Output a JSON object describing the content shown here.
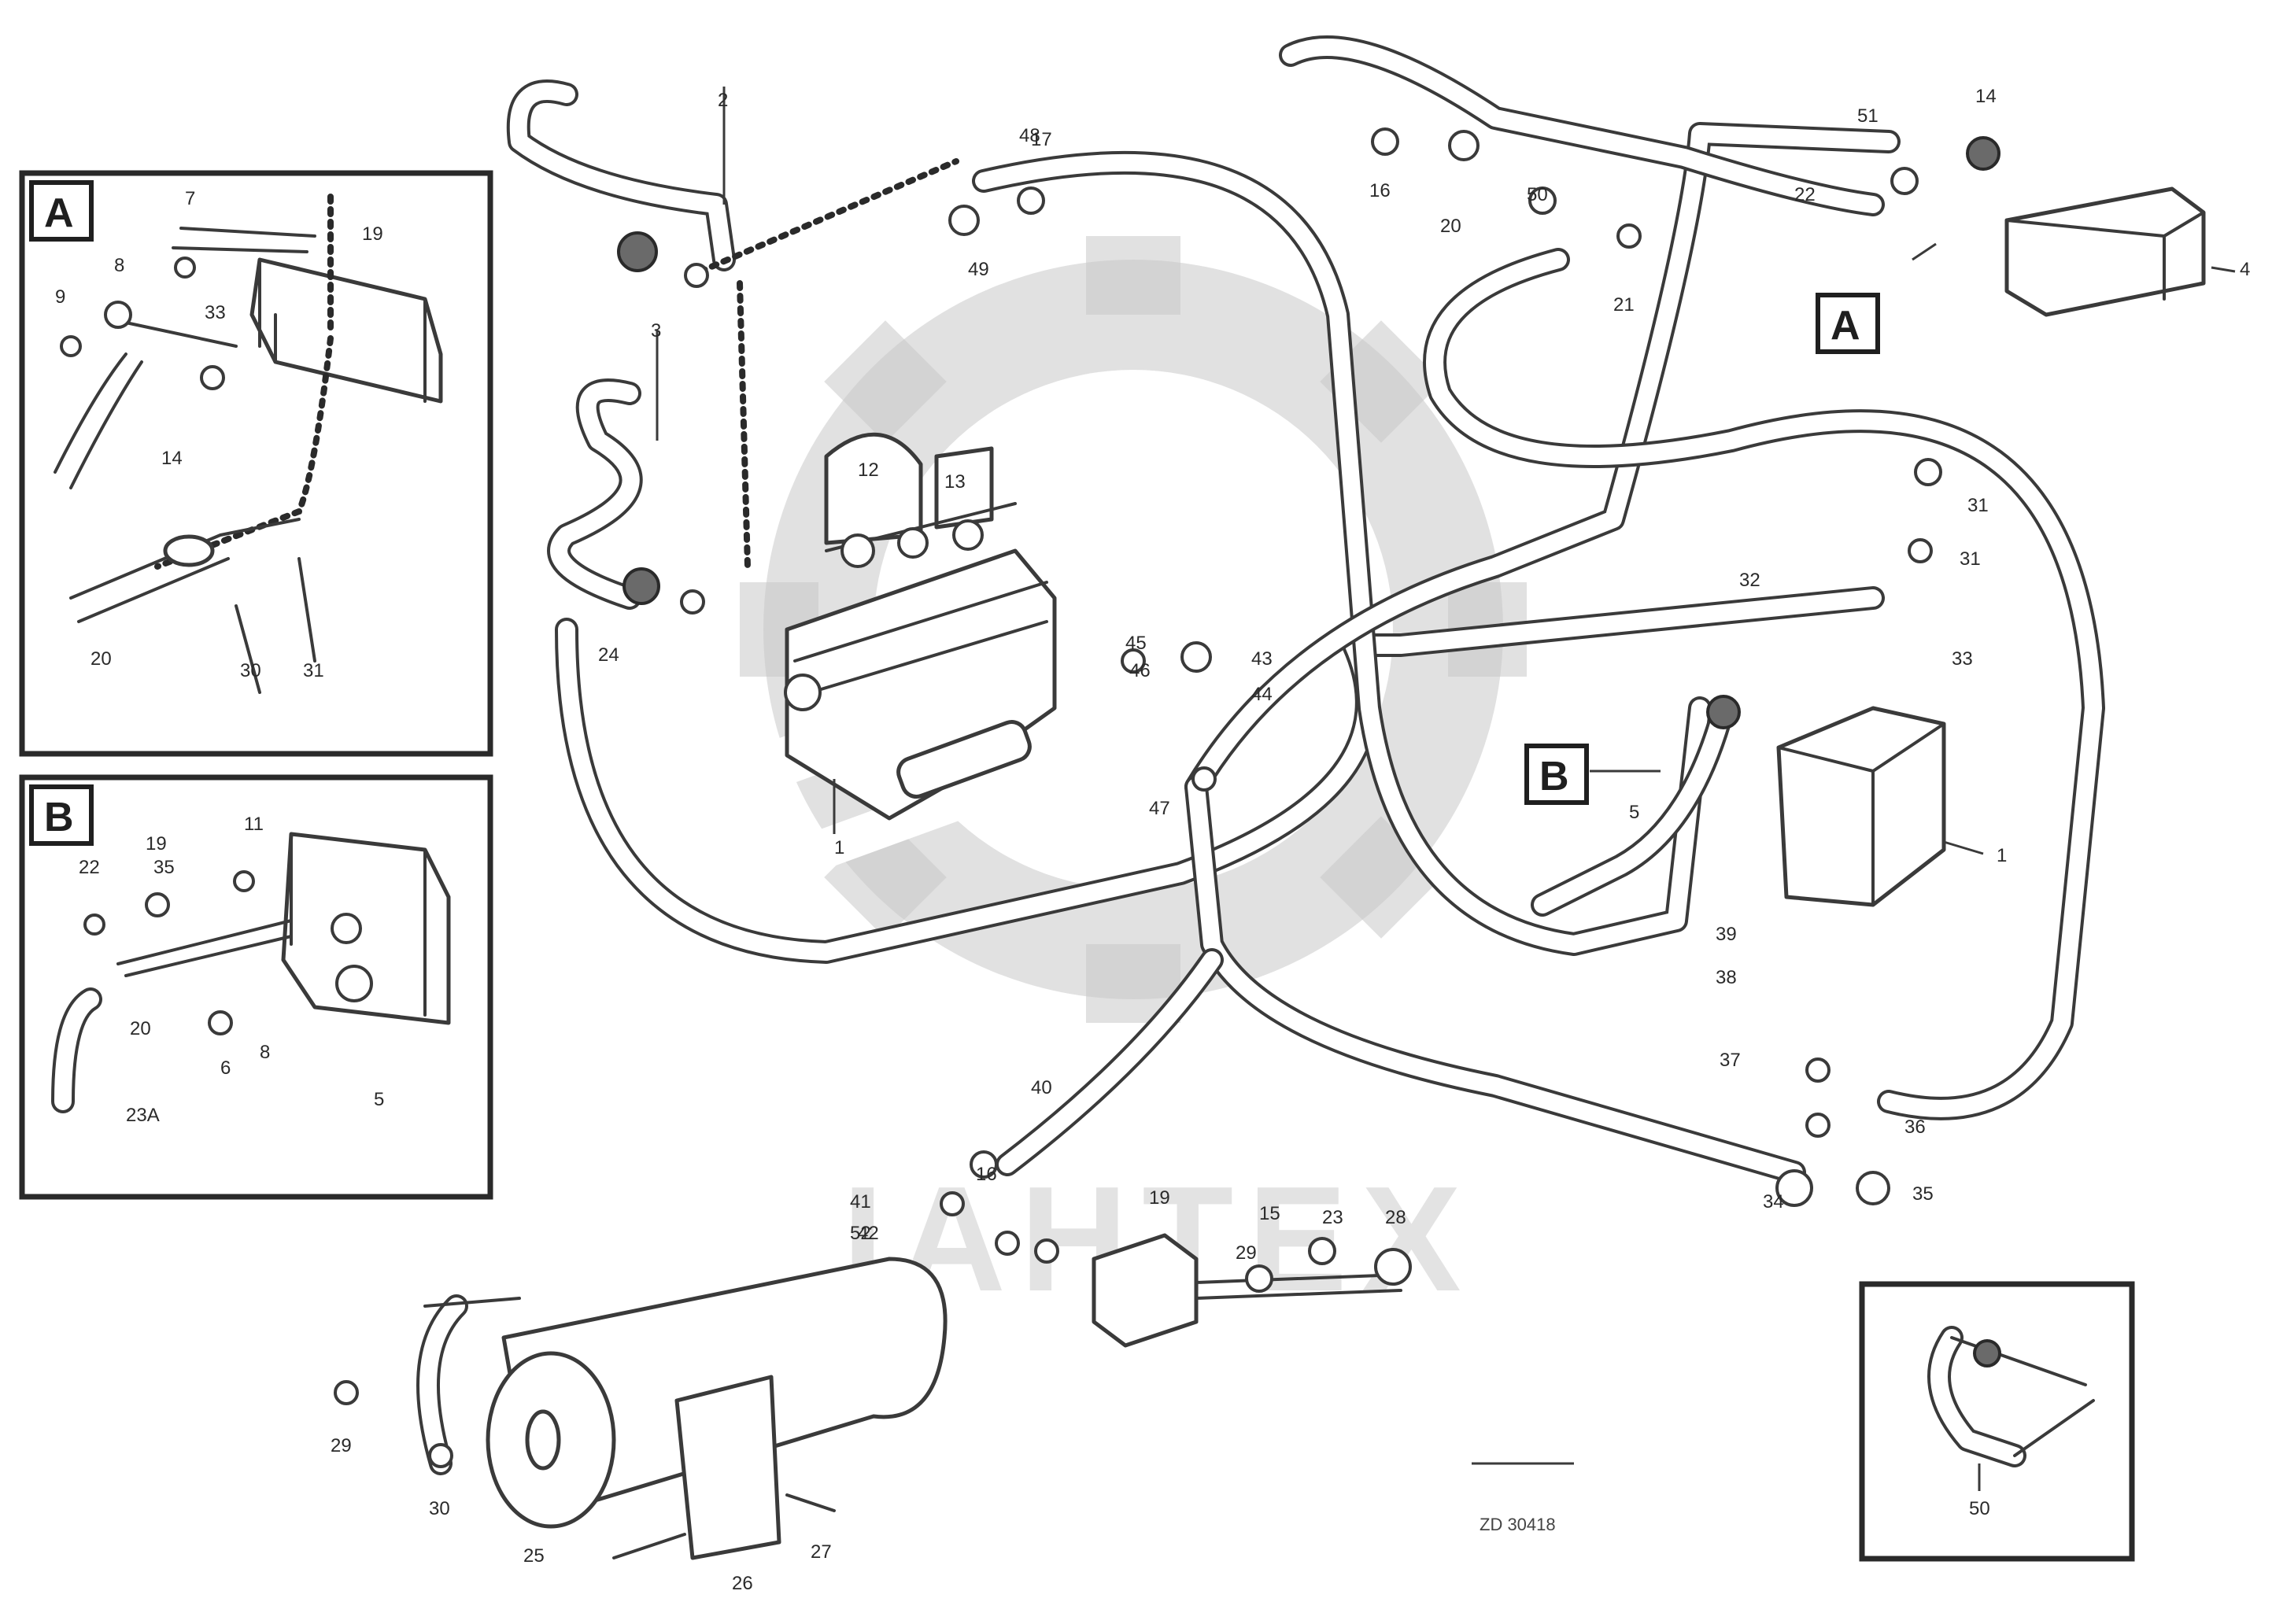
{
  "detail_tags": {
    "a_inset": "A",
    "b_inset": "B",
    "a_main": "A",
    "b_main": "B"
  },
  "watermark": "IAHTEX",
  "drawing_ref": "ZD 30418",
  "callouts": {
    "main": [
      "1",
      "1",
      "2",
      "3",
      "4",
      "5",
      "12",
      "13",
      "14",
      "15",
      "16",
      "16",
      "17",
      "19",
      "20",
      "21",
      "22",
      "23",
      "24",
      "25",
      "26",
      "27",
      "28",
      "29",
      "29",
      "30",
      "31",
      "31",
      "32",
      "33",
      "34",
      "35",
      "36",
      "37",
      "38",
      "39",
      "40",
      "41",
      "42",
      "43",
      "44",
      "45",
      "46",
      "47",
      "48",
      "49",
      "50",
      "51",
      "52"
    ],
    "inset_a": [
      "7",
      "8",
      "9",
      "14",
      "19",
      "20",
      "30",
      "31",
      "33"
    ],
    "inset_b": [
      "5",
      "6",
      "8",
      "11",
      "19",
      "20",
      "22",
      "35",
      "23A"
    ],
    "inset_c": [
      "50"
    ]
  }
}
